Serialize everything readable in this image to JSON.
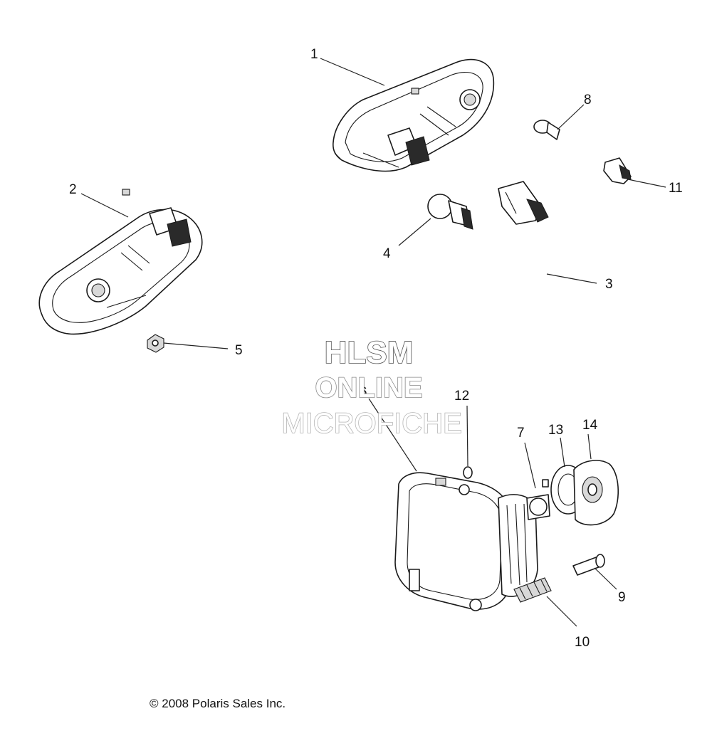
{
  "callouts": {
    "c1": "1",
    "c2": "2",
    "c3": "3",
    "c4": "4",
    "c5": "5",
    "c6": "6",
    "c7": "7",
    "c8": "8",
    "c9": "9",
    "c10": "10",
    "c11": "11",
    "c12": "12",
    "c13": "13",
    "c14": "14"
  },
  "watermark": {
    "line1": "HLSM",
    "line2": "ONLINE",
    "line3": "MICROFICHE"
  },
  "copyright": "© 2008 Polaris Sales Inc."
}
